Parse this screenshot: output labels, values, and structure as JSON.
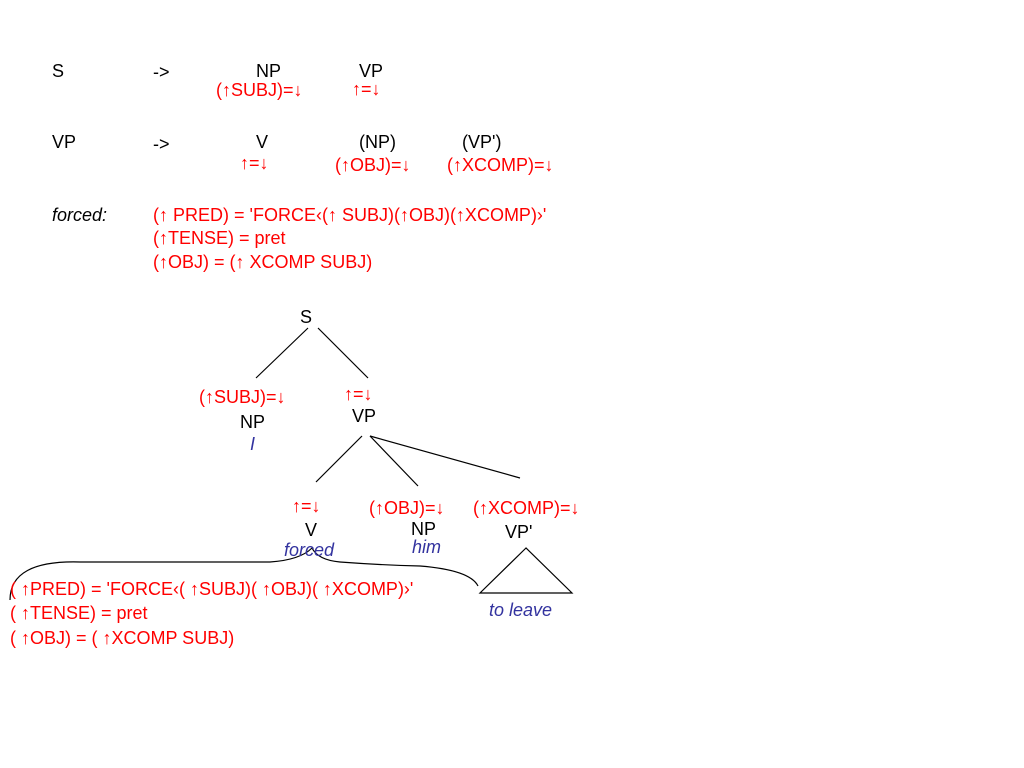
{
  "rules": {
    "s_rule": {
      "lhs": "S",
      "arrow": "->",
      "np": "NP",
      "vp": "VP",
      "np_annotation": "(↑SUBJ)=↓",
      "vp_annotation": "↑=↓"
    },
    "vp_rule": {
      "lhs": "VP",
      "arrow": "->",
      "v": "V",
      "np": "(NP)",
      "vpp": "(VP')",
      "v_annotation": "↑=↓",
      "np_annotation": "(↑OBJ)=↓",
      "vpp_annotation": "(↑XCOMP)=↓"
    },
    "lexical_entry": {
      "word": "forced:",
      "equations": [
        "(↑ PRED) = 'FORCE‹(↑ SUBJ)(↑OBJ)(↑XCOMP)›'",
        "(↑TENSE) = pret",
        "(↑OBJ) = (↑ XCOMP SUBJ)"
      ]
    }
  },
  "tree": {
    "root": "S",
    "subj": {
      "annotation": "(↑SUBJ)=↓",
      "category": "NP",
      "word": "I"
    },
    "vp": {
      "annotation": "↑=↓",
      "category": "VP"
    },
    "verb": {
      "annotation": "↑=↓",
      "category": "V",
      "word": "forced"
    },
    "obj": {
      "annotation": "(↑OBJ)=↓",
      "category": "NP",
      "word": "him"
    },
    "xcomp": {
      "annotation": "(↑XCOMP)=↓",
      "category": "VP'",
      "words": "to leave"
    },
    "verb_equations": [
      "( ↑PRED) = 'FORCE‹( ↑SUBJ)( ↑OBJ)( ↑XCOMP)›'",
      "( ↑TENSE) = pret",
      "( ↑OBJ) = ( ↑XCOMP SUBJ)"
    ]
  },
  "colors": {
    "category": "#000000",
    "annotation": "#ff0000",
    "word": "#33339f",
    "line": "#000000"
  }
}
